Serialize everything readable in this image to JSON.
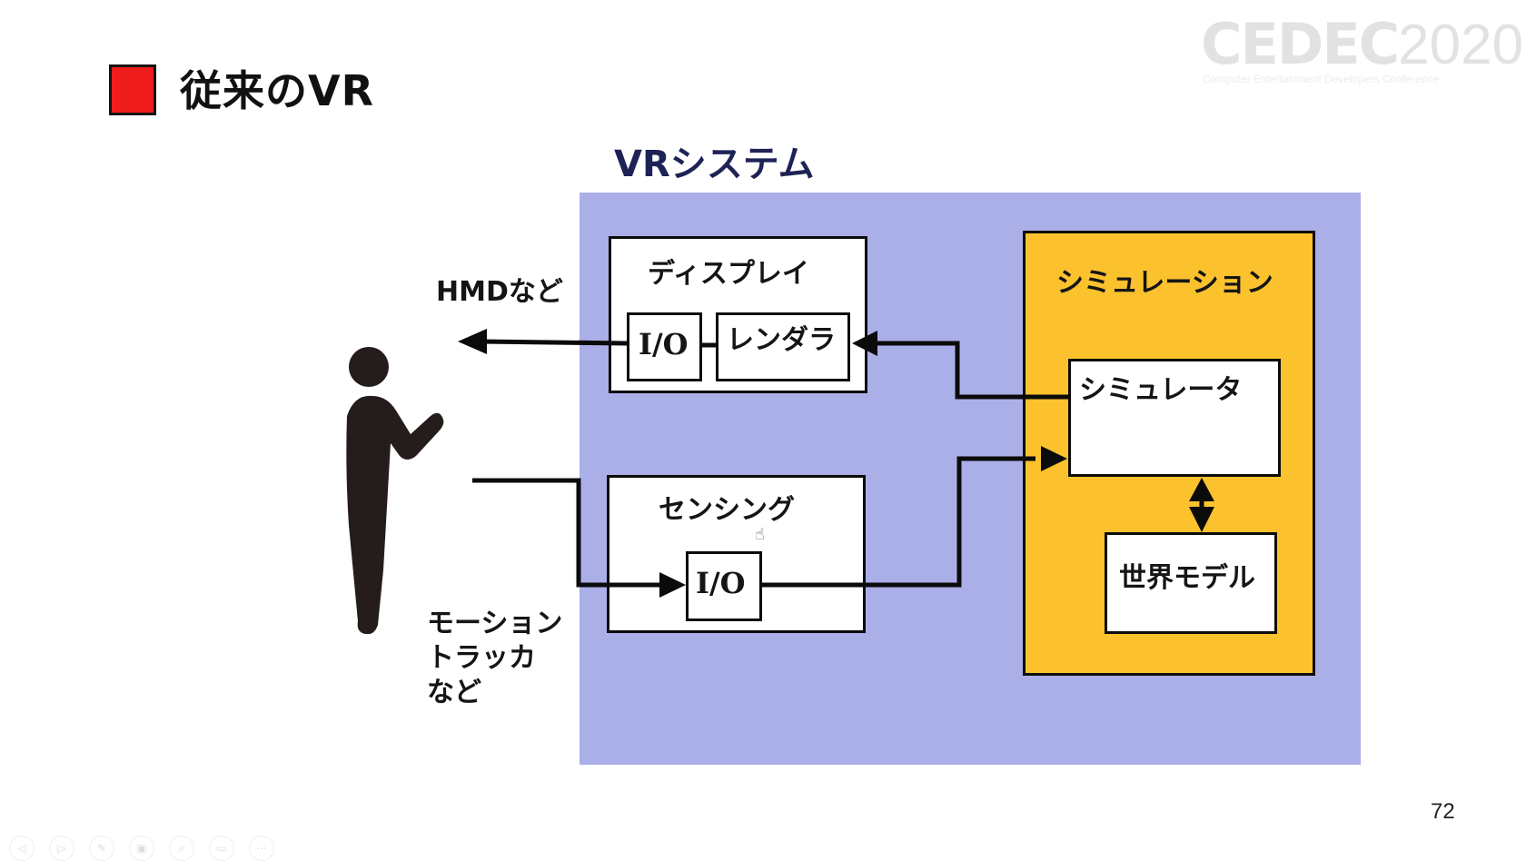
{
  "slide": {
    "title": "従来のVR",
    "bullet_color": "#ee1c1c",
    "page_number": "72"
  },
  "logo": {
    "main_bold": "CEDEC",
    "main_thin": "2020",
    "subtitle": "Computer Entertainment Developers Conference"
  },
  "diagram": {
    "system_title": "VRシステム",
    "colors": {
      "system_area": "#abafe8",
      "simulation_area": "#fbc22e",
      "system_title": "#1e2356"
    },
    "display": {
      "label": "ディスプレイ",
      "io_label": "I/O",
      "renderer_label": "レンダラ"
    },
    "sensing": {
      "label": "センシング",
      "io_label": "I/O"
    },
    "simulation": {
      "label": "シミュレーション",
      "simulator_label": "シミュレータ",
      "world_model_label": "世界モデル"
    },
    "external": {
      "hmd_label": "HMDなど",
      "motion_tracker_label": "モーション\nトラッカ\nなど"
    }
  },
  "toolbar": {
    "buttons": [
      {
        "name": "previous-slide",
        "glyph": "◁"
      },
      {
        "name": "next-slide",
        "glyph": "▷"
      },
      {
        "name": "pen",
        "glyph": "✎"
      },
      {
        "name": "see-all-slides",
        "glyph": "▣"
      },
      {
        "name": "zoom",
        "glyph": "⌕"
      },
      {
        "name": "subtitles",
        "glyph": "▭"
      },
      {
        "name": "more-options",
        "glyph": "⋯"
      }
    ]
  }
}
